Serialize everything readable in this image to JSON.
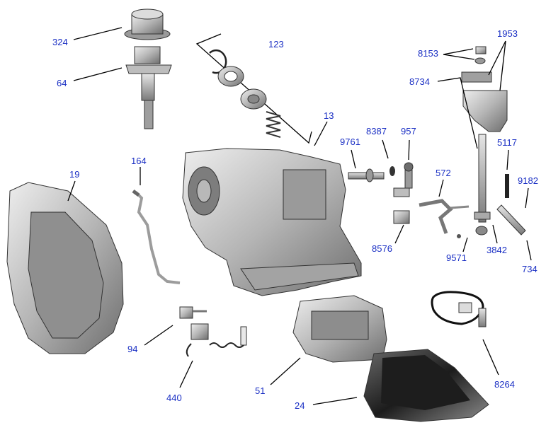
{
  "diagram": {
    "callouts": [
      {
        "id": "c324",
        "text": "324"
      },
      {
        "id": "c64",
        "text": "64"
      },
      {
        "id": "c123",
        "text": "123"
      },
      {
        "id": "c13",
        "text": "13"
      },
      {
        "id": "c9761",
        "text": "9761"
      },
      {
        "id": "c8387",
        "text": "8387"
      },
      {
        "id": "c957",
        "text": "957"
      },
      {
        "id": "c8153",
        "text": "8153"
      },
      {
        "id": "c1953",
        "text": "1953"
      },
      {
        "id": "c8734",
        "text": "8734"
      },
      {
        "id": "c164",
        "text": "164"
      },
      {
        "id": "c19",
        "text": "19"
      },
      {
        "id": "c572",
        "text": "572"
      },
      {
        "id": "c5117",
        "text": "5117"
      },
      {
        "id": "c9182",
        "text": "9182"
      },
      {
        "id": "c8576",
        "text": "8576"
      },
      {
        "id": "c9571",
        "text": "9571"
      },
      {
        "id": "c3842",
        "text": "3842"
      },
      {
        "id": "c734",
        "text": "734"
      },
      {
        "id": "c94",
        "text": "94"
      },
      {
        "id": "c440",
        "text": "440"
      },
      {
        "id": "c51",
        "text": "51"
      },
      {
        "id": "c8264",
        "text": "8264"
      },
      {
        "id": "c24",
        "text": "24"
      }
    ],
    "colors": {
      "callout": "#1a2fc4",
      "leader": "#000000",
      "metal_light": "#d9d9d9",
      "metal_mid": "#a8a8a8",
      "metal_dark": "#555555"
    }
  }
}
